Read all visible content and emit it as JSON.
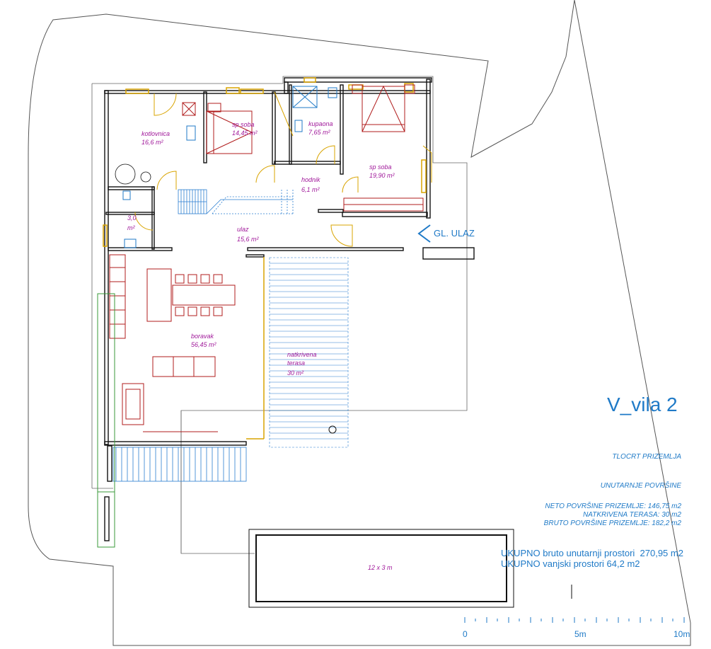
{
  "title": "V_vila 2",
  "subtitle": "TLOCRT PRIZEMLJA",
  "section_heading": "UNUTARNJE POVRŠINE",
  "area_notes": [
    "NETO POVRŠINE PRIZEMLJE: 146,75 m2",
    "NATKRIVENA TERASA: 30 m2",
    "BRUTO POVRŠINE PRIZEMLJE: 182,2 m2"
  ],
  "totals": [
    "UKUPNO bruto unutarnji prostori  270,95 m2",
    "UKUPNO vanjski prostori 64,2 m2"
  ],
  "entrance_label": "GL. ULAZ",
  "pool_label": "12 x 3 m",
  "rooms": {
    "kotlovnica": {
      "name": "kotlovnica",
      "area": "16,6 m²"
    },
    "sp_soba_1": {
      "name": "sp soba",
      "area": "14,45 m²"
    },
    "kupaona": {
      "name": "kupaona",
      "area": "7,65 m²"
    },
    "sp_soba_2": {
      "name": "sp soba",
      "area": "19,90 m²"
    },
    "hodnik": {
      "name": "hodnik",
      "area": "6,1 m²"
    },
    "wc": {
      "name": "3,0",
      "area": "m²"
    },
    "ulaz": {
      "name": "ulaz",
      "area": "15,6 m²"
    },
    "boravak": {
      "name": "boravak",
      "area": "56,45 m²"
    },
    "terasa": {
      "name": "natkrivena",
      "name2": "terasa",
      "area": "30 m²"
    }
  },
  "scale": {
    "labels": [
      "0",
      "5m",
      "10m"
    ]
  },
  "colors": {
    "wall": "#111111",
    "furniture": "#b01c1c",
    "door": "#d9a400",
    "stairs": "#2a7ed0",
    "room_text": "#a0189a",
    "annotation": "#1f7ac7",
    "planter": "#3a9a3a"
  }
}
